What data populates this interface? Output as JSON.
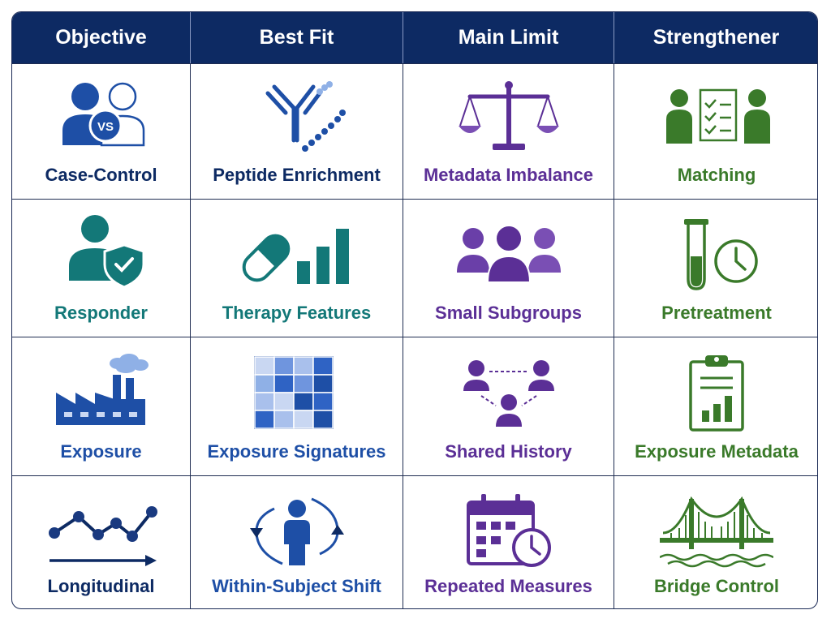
{
  "headers": [
    "Objective",
    "Best Fit",
    "Main Limit",
    "Strengthener"
  ],
  "rows": [
    {
      "objective": "Case-Control",
      "best_fit": "Peptide Enrichment",
      "main_limit": "Metadata Imbalance",
      "strengthener": "Matching"
    },
    {
      "objective": "Responder",
      "best_fit": "Therapy Features",
      "main_limit": "Small Subgroups",
      "strengthener": "Pretreatment"
    },
    {
      "objective": "Exposure",
      "best_fit": "Exposure Signatures",
      "main_limit": "Shared History",
      "strengthener": "Exposure Metadata"
    },
    {
      "objective": "Longitudinal",
      "best_fit": "Within-Subject Shift",
      "main_limit": "Repeated Measures",
      "strengthener": "Bridge Control"
    }
  ],
  "icons": {
    "r0c0": "case-control-vs-icon",
    "r0c1": "antibody-peptide-icon",
    "r0c2": "balance-scale-icon",
    "r0c3": "matching-checklist-icon",
    "r1c0": "person-shield-icon",
    "r1c1": "pill-bar-chart-icon",
    "r1c2": "group-people-icon",
    "r1c3": "test-tube-clock-icon",
    "r2c0": "factory-icon",
    "r2c1": "heatmap-grid-icon",
    "r2c2": "connected-people-icon",
    "r2c3": "clipboard-chart-icon",
    "r3c0": "line-trend-icon",
    "r3c1": "person-cycle-icon",
    "r3c2": "calendar-clock-icon",
    "r3c3": "bridge-icon"
  },
  "vs_text": "VS",
  "colors": {
    "header_bg": "#0d2a63",
    "navy": "#0d2a63",
    "blue": "#1e4fa6",
    "teal": "#137878",
    "purple": "#5b2f96",
    "green": "#3a7a2a"
  }
}
